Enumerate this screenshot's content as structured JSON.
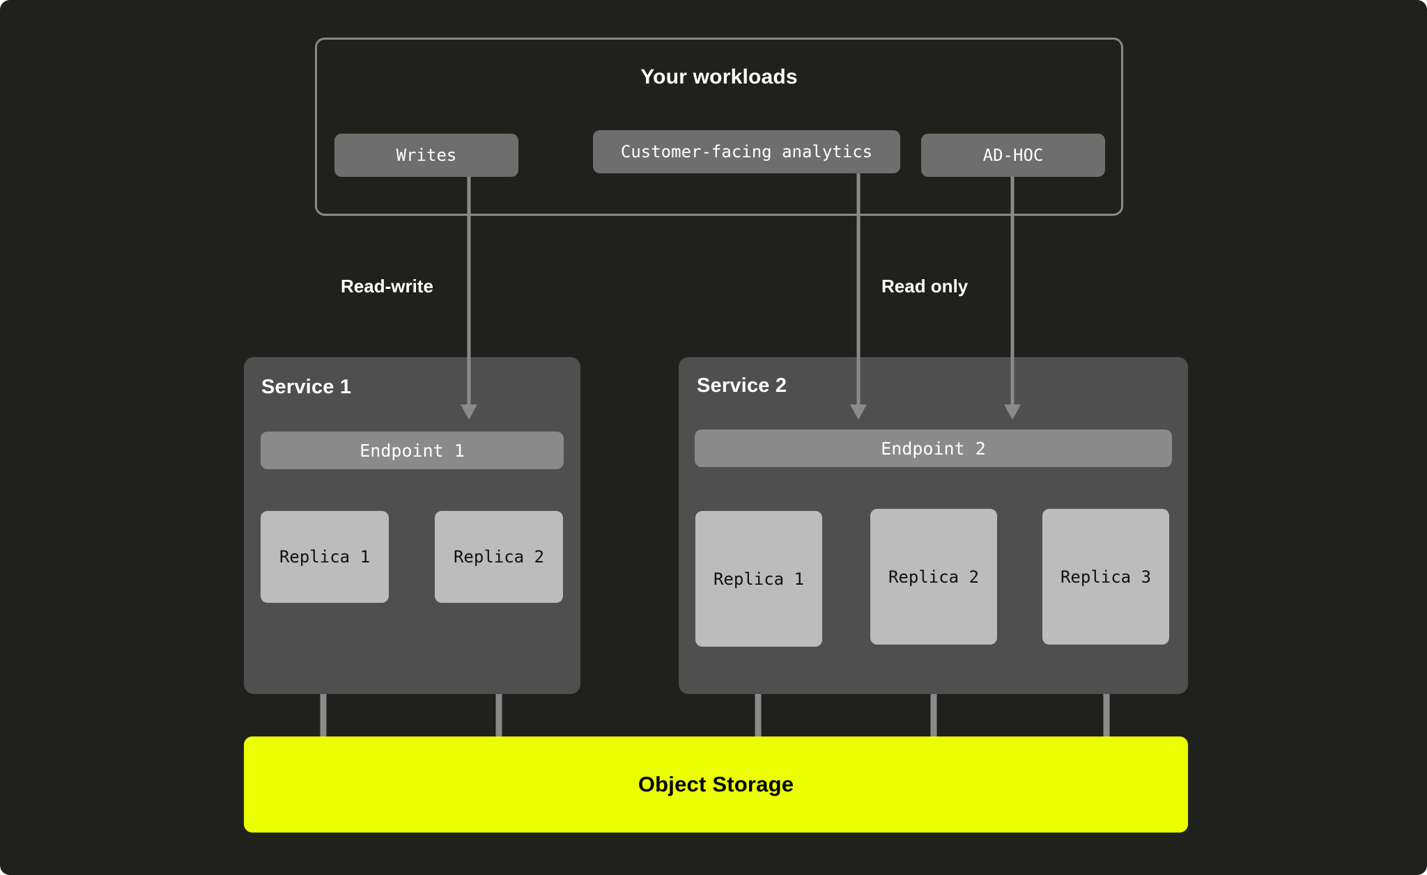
{
  "diagram": {
    "title": "Your workloads",
    "background_color": "#20211c",
    "accent_color": "#ebff00"
  },
  "workloads": {
    "group_label": "Your workloads",
    "items": [
      {
        "label": "Writes"
      },
      {
        "label": "Customer-facing analytics"
      },
      {
        "label": "AD-HOC"
      }
    ]
  },
  "edge_labels": {
    "read_write": "Read-write",
    "read_only": "Read only"
  },
  "services": [
    {
      "title": "Service 1",
      "endpoint": "Endpoint 1",
      "replicas": [
        {
          "label": "Replica 1"
        },
        {
          "label": "Replica 2"
        }
      ]
    },
    {
      "title": "Service 2",
      "endpoint": "Endpoint 2",
      "replicas": [
        {
          "label": "Replica 1"
        },
        {
          "label": "Replica 2"
        },
        {
          "label": "Replica 3"
        }
      ]
    }
  ],
  "storage": {
    "label": "Object Storage",
    "color": "#ebff00"
  },
  "connections": [
    {
      "from": "Writes",
      "to": "Endpoint 1",
      "label": "Read-write",
      "arrow": true
    },
    {
      "from": "Customer-facing analytics",
      "to": "Endpoint 2",
      "label": "Read only",
      "arrow": true
    },
    {
      "from": "AD-HOC",
      "to": "Endpoint 2",
      "label": "Read only",
      "arrow": true
    },
    {
      "from": "Endpoint 1",
      "to": "Object Storage",
      "arrow": false
    },
    {
      "from": "Endpoint 2",
      "to": "Object Storage",
      "arrow": false
    }
  ]
}
